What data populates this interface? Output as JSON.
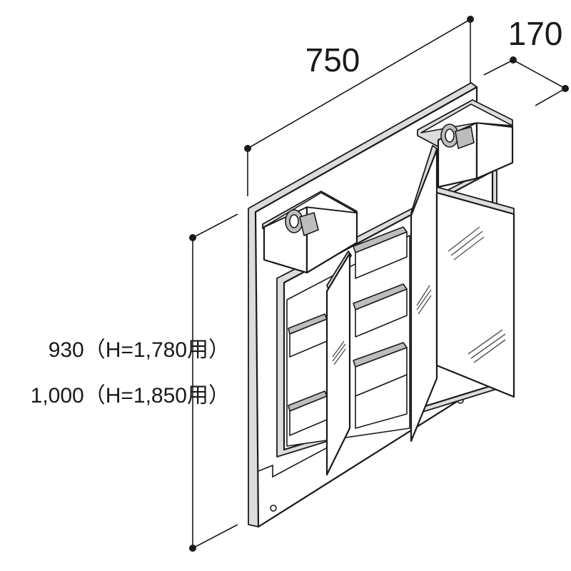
{
  "dimensions": {
    "width_label": "750",
    "depth_label": "170",
    "height_label_1": "930（H=1,780用）",
    "height_label_2": "1,000（H=1,850用）"
  }
}
